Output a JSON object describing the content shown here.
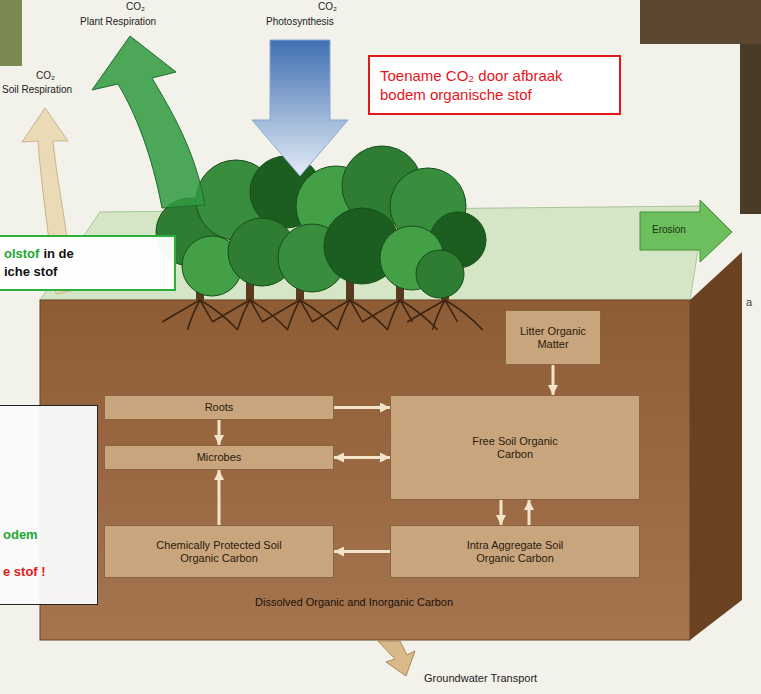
{
  "diagram": {
    "nodes": [
      {
        "text": [
          "Toename CO₂ door afbraak bodem organische stof"
        ]
      },
      {
        "text": [
          "olstof",
          "in de",
          "iche stof"
        ]
      },
      {
        "text": [
          "odem",
          "e stof !"
        ]
      },
      {
        "text": [
          "Litter Organic Matter"
        ]
      },
      {
        "text": [
          "Roots"
        ]
      },
      {
        "text": [
          "Free Soil Organic Carbon"
        ]
      },
      {
        "text": [
          "Microbes"
        ]
      },
      {
        "text": [
          "Chemically Protected Soil Organic Carbon"
        ]
      },
      {
        "text": [
          "Intra Aggregate Soil Organic Carbon"
        ]
      }
    ],
    "edges": [
      {
        "from": 3,
        "to": 5,
        "arrow": "to"
      },
      {
        "from": 4,
        "to": 5,
        "arrow": "to"
      },
      {
        "from": 4,
        "to": 6,
        "arrow": "to"
      },
      {
        "from": 6,
        "to": 5,
        "arrow": "both"
      },
      {
        "from": 5,
        "to": 8,
        "arrow": "to"
      },
      {
        "from": 8,
        "to": 5,
        "arrow": "to"
      },
      {
        "from": 8,
        "to": 7,
        "arrow": "to"
      },
      {
        "from": 7,
        "to": 6,
        "arrow": "to"
      }
    ],
    "labels": [
      "CO₂",
      "Plant Respiration",
      "CO₂",
      "Photosynthesis",
      "CO₂",
      "Soil Respiration",
      "Erosion",
      "a",
      "Dissolved Organic and Inorganic Carbon",
      "Groundwater Transport"
    ]
  }
}
